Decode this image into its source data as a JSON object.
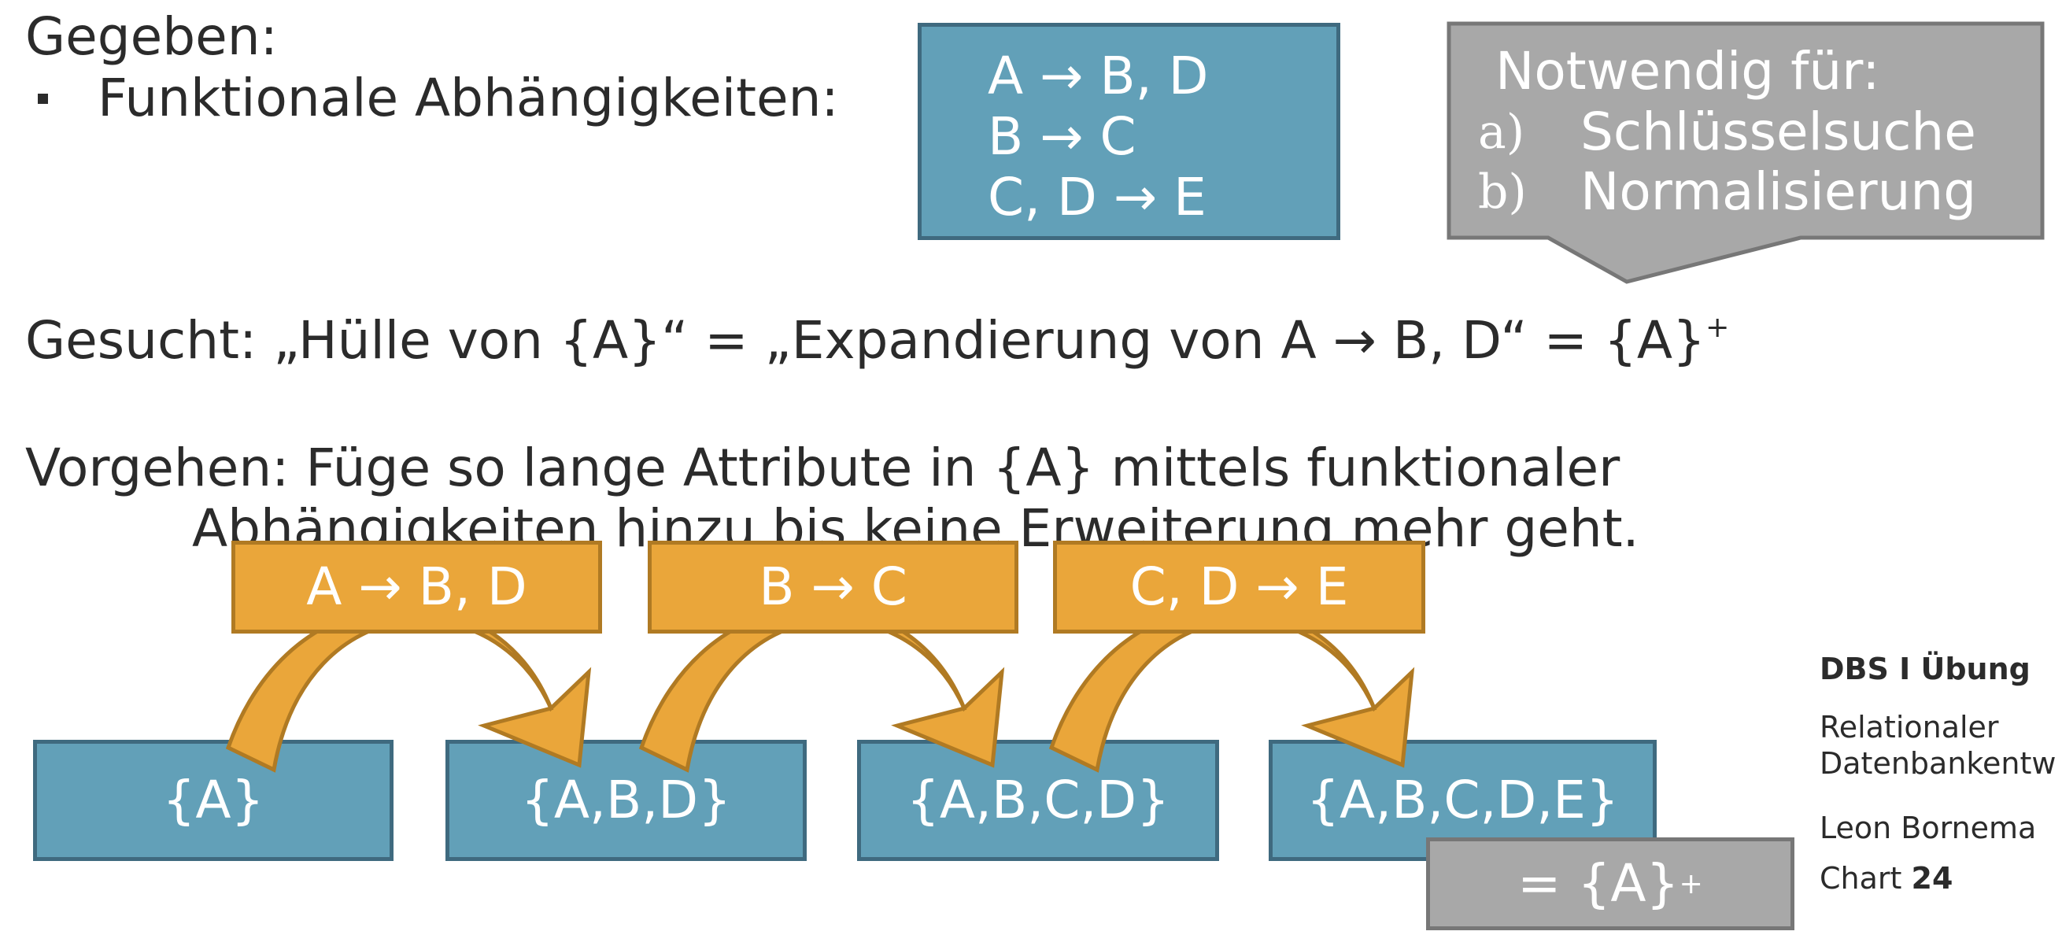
{
  "given": {
    "heading": "Gegeben:",
    "bullet_label": "Funktionale Abhängigkeiten:",
    "fds": [
      "A → B, D",
      "B → C",
      "C, D → E"
    ]
  },
  "callout": {
    "title": "Notwendig für:",
    "items": [
      {
        "marker": "a)",
        "text": "Schlüsselsuche"
      },
      {
        "marker": "b)",
        "text": "Normalisierung"
      }
    ]
  },
  "searched": {
    "text": "Gesucht: „Hülle von {A}“ = „Expandierung von A → B, D“ = {A}",
    "sup": "+"
  },
  "procedure": {
    "line1": "Vorgehen: Füge so lange Attribute in {A} mittels funktionaler",
    "line2": "Abhängigkeiten hinzu bis keine Erweiterung mehr geht."
  },
  "steps": {
    "fd_labels": [
      "A → B, D",
      "B → C",
      "C, D → E"
    ],
    "sets": [
      "{A}",
      "{A,B,D}",
      "{A,B,C,D}",
      "{A,B,C,D,E}"
    ]
  },
  "result": {
    "text": "= {A}",
    "sup": "+"
  },
  "sidebar": {
    "course": "DBS I Übung",
    "topic_line1": "Relationaler",
    "topic_line2": "Datenbankentw",
    "author": "Leon Bornema",
    "chart_label": "Chart ",
    "chart_number": "24"
  },
  "colors": {
    "blue": "#62a0b8",
    "orange": "#eaa63a",
    "grey": "#a8a8a8"
  }
}
